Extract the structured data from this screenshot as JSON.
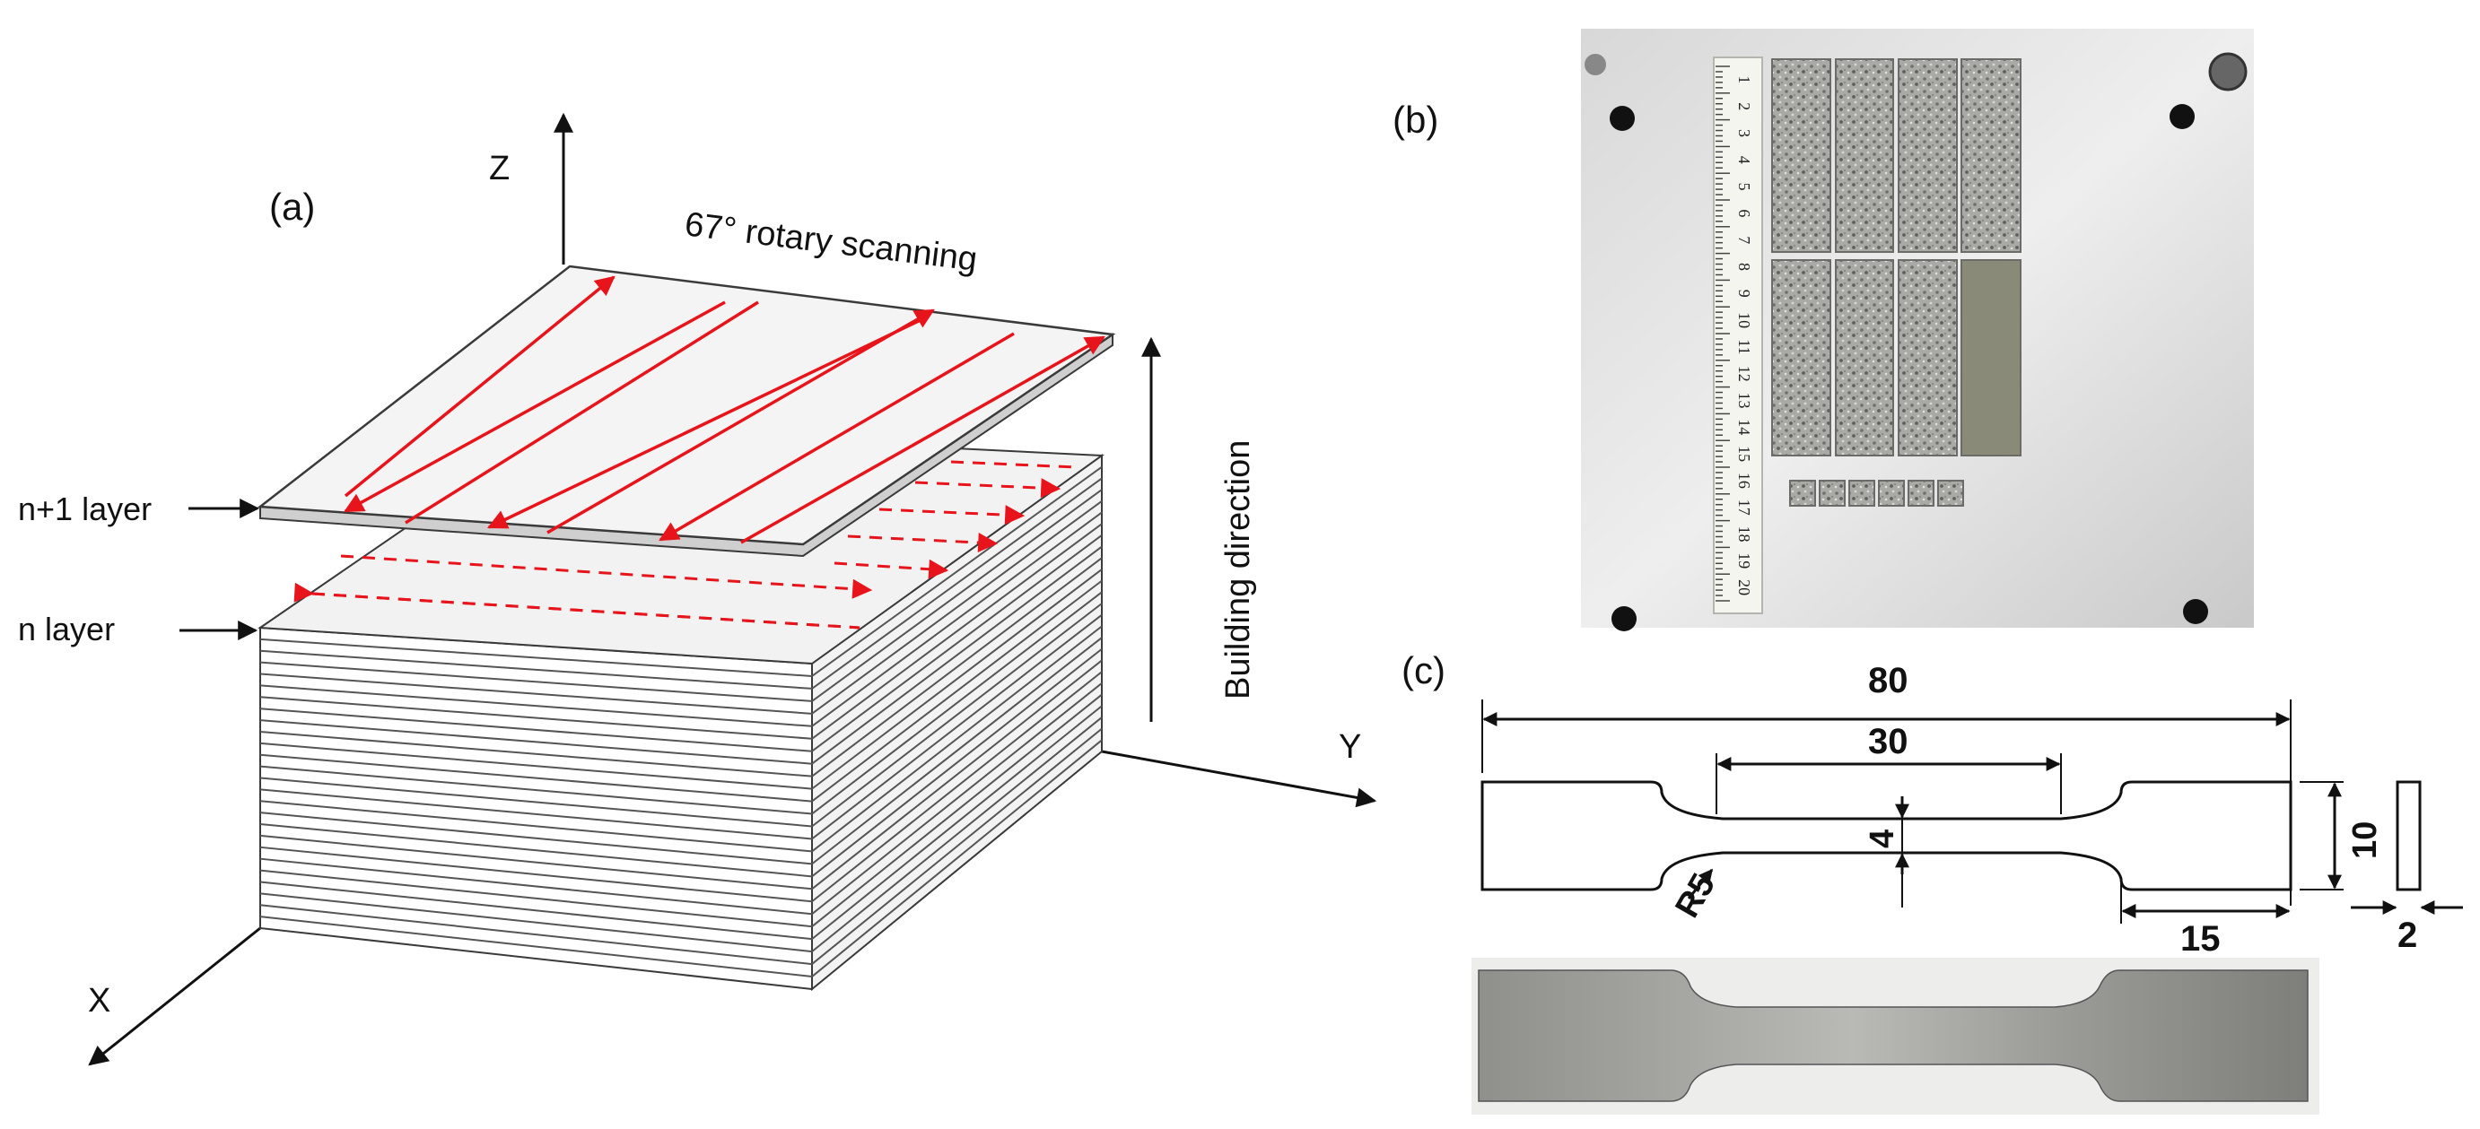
{
  "panel_a": {
    "panel_label": "(a)",
    "axis_z": "Z",
    "axis_y": "Y",
    "axis_x": "X",
    "scan_label": "67° rotary scanning",
    "build_label": "Building direction",
    "layer_top_label": "n+1 layer",
    "layer_bottom_label": "n layer",
    "scan_color": "#e8141b"
  },
  "panel_b": {
    "panel_label": "(b)",
    "ruler_numbers": [
      "1",
      "2",
      "3",
      "4",
      "5",
      "6",
      "7",
      "8",
      "9",
      "10",
      "11",
      "12",
      "13",
      "14",
      "15",
      "16",
      "17",
      "18",
      "19",
      "20"
    ]
  },
  "panel_c": {
    "panel_label": "(c)",
    "dim_overall": "80",
    "dim_gauge": "30",
    "dim_width": "4",
    "dim_radius": "R5",
    "dim_height": "10",
    "dim_grip": "15",
    "dim_thickness": "2"
  }
}
